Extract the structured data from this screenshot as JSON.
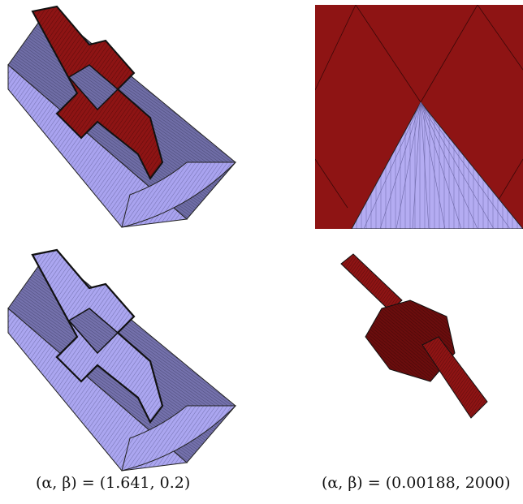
{
  "figure": {
    "panels": [
      {
        "id": "tl",
        "view": "mesh-block-outer"
      },
      {
        "id": "tr",
        "view": "mesh-zoom-tip"
      },
      {
        "id": "bl",
        "view": "mesh-block-cutaway"
      },
      {
        "id": "br",
        "view": "mesh-cross-insert"
      }
    ],
    "captions": {
      "left": "(α, β) = (1.641, 0.2)",
      "right": "(α, β) = (0.00188, 2000)"
    },
    "colors": {
      "mesh_red": "#8e1414",
      "mesh_red_dark": "#5e0b0b",
      "mesh_blue": "#a9a3ef",
      "mesh_blue_dark": "#5b5a93",
      "mesh_line": "#1a1a2a"
    }
  }
}
